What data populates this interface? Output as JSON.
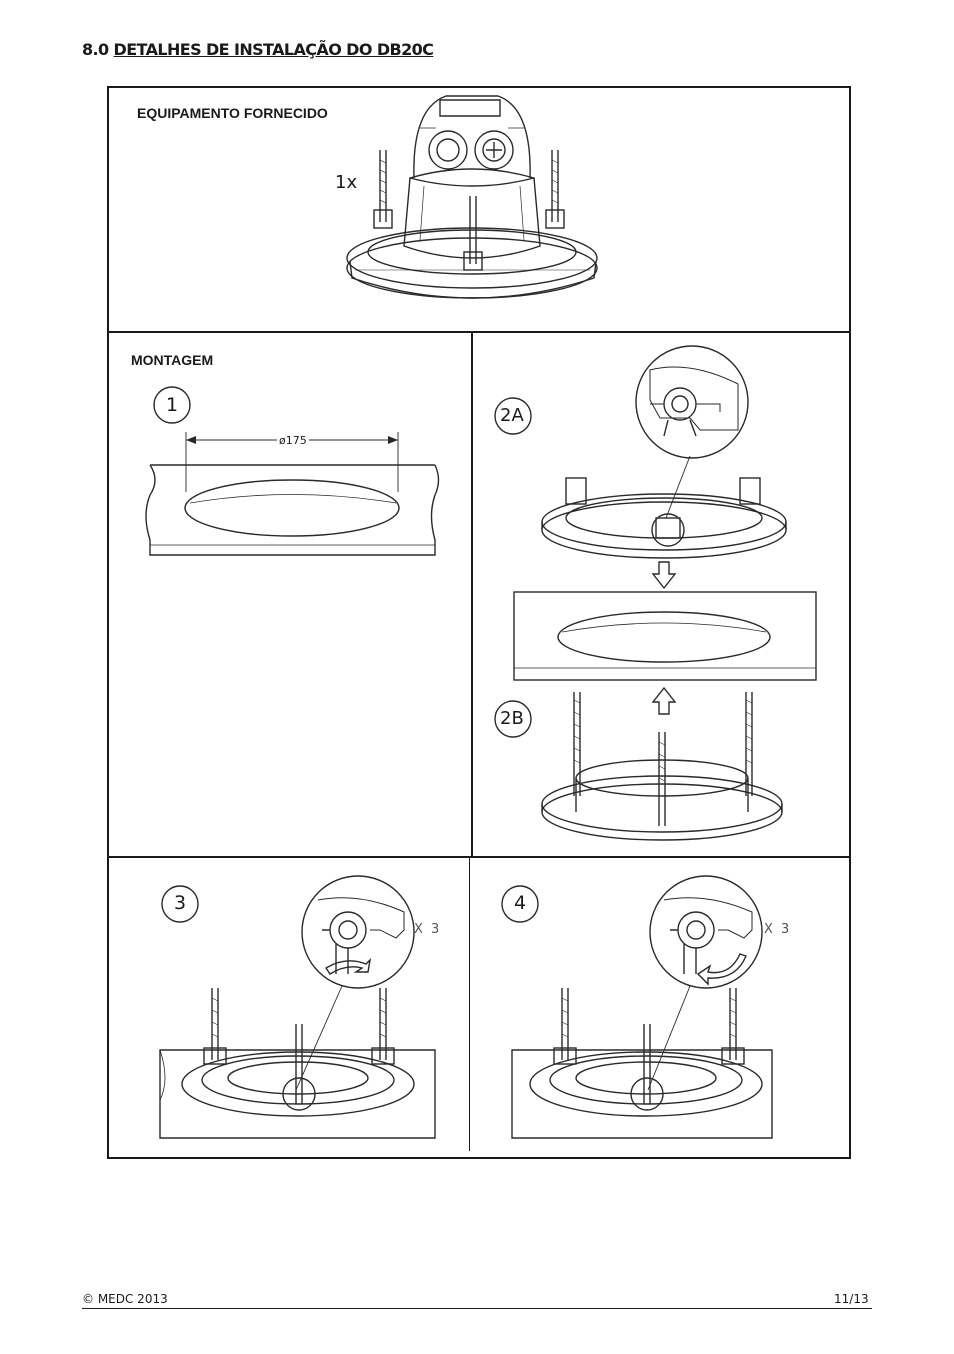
{
  "heading": {
    "number": "8.0 ",
    "title": "DETALHES DE INSTALAÇÃO DO DB20C"
  },
  "section1": {
    "label": "EQUIPAMENTO FORNECIDO",
    "quantity": "1x"
  },
  "section2": {
    "label": "MONTAGEM",
    "step1": "1",
    "dimension": "ø175",
    "step2a": "2A",
    "step2b": "2B"
  },
  "section3": {
    "step3": "3",
    "step3_qty": "X 3",
    "step4": "4",
    "step4_qty": "X 3"
  },
  "footer": {
    "copyright": "© MEDC 2013",
    "page": "11/13"
  },
  "icons": [
    "beacon-drawing",
    "cutout-ellipse",
    "arrow-down",
    "arrow-up",
    "rotate-arrow",
    "magnifier-circle"
  ]
}
